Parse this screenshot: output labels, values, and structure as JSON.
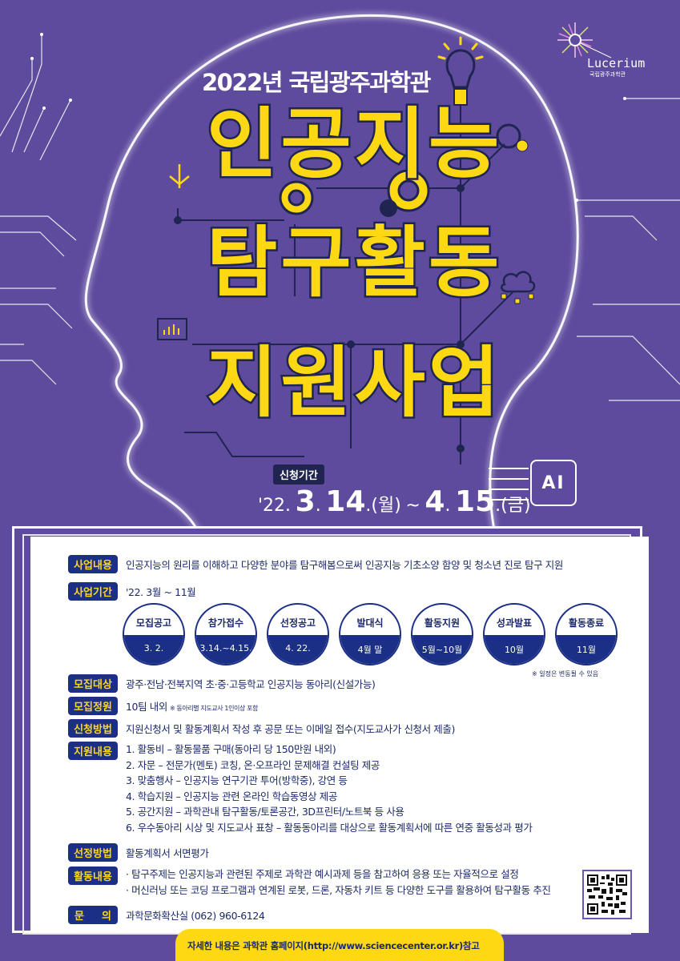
{
  "header": {
    "subtitle": "2022년 국립광주과학관",
    "title_lines": [
      "인공지능",
      "탐구활동",
      "지원사업"
    ],
    "logo": {
      "name": "Lucerium",
      "sub": "국립광주과학관"
    }
  },
  "application_period": {
    "badge": "신청기간",
    "year": "'22.",
    "start_month": "3",
    "start_day": "14",
    "start_dow": ".(월)",
    "tilde": "~",
    "end_month": "4",
    "end_day": "15",
    "end_dow": ".(금)"
  },
  "ai_chip_label": "AI",
  "details": {
    "business_content": {
      "label": "사업내용",
      "value": "인공지능의 원리를 이해하고 다양한 분야를 탐구해봄으로써 인공지능 기초소양 함양 및 청소년 진로 탐구 지원"
    },
    "business_period": {
      "label": "사업기간",
      "value": "'22. 3월 ~ 11월"
    },
    "timeline": [
      {
        "title": "모집공고",
        "date": "3. 2."
      },
      {
        "title": "참가접수",
        "date": "3.14.~4.15."
      },
      {
        "title": "선정공고",
        "date": "4. 22."
      },
      {
        "title": "발대식",
        "date": "4월 말"
      },
      {
        "title": "활동지원",
        "date": "5월~10월"
      },
      {
        "title": "성과발표",
        "date": "10월"
      },
      {
        "title": "활동종료",
        "date": "11월"
      }
    ],
    "timeline_note": "※ 일정은 변동될 수 있음",
    "target": {
      "label": "모집대상",
      "value": "광주·전남·전북지역 초·중·고등학교 인공지능 동아리(신설가능)"
    },
    "quota": {
      "label": "모집정원",
      "value": "10팀 내외",
      "note": "※ 동아리별 지도교사 1인이상 포함"
    },
    "apply_method": {
      "label": "신청방법",
      "value": "지원신청서 및 활동계획서 작성 후 공문 또는 이메일 접수(지도교사가 신청서 제출)"
    },
    "support": {
      "label": "지원내용",
      "items": [
        "1. 활동비 – 활동물품 구매(동아리 당 150만원 내외)",
        "2. 자문 – 전문가(멘토) 코칭, 온·오프라인 문제해결 컨설팅 제공",
        "3. 맞춤행사 – 인공지능 연구기관 투어(방학중), 강연 등",
        "4. 학습지원 – 인공지능 관련 온라인 학습동영상 제공",
        "5. 공간지원 – 과학관내 탐구활동/토론공간, 3D프린터/노트북 등 사용",
        "6. 우수동아리 시상 및 지도교사 표창 – 활동동아리를 대상으로 활동계획서에 따른 연중 활동성과 평가"
      ]
    },
    "selection": {
      "label": "선정방법",
      "value": "활동계획서 서면평가"
    },
    "activity": {
      "label": "활동내용",
      "items": [
        "· 탐구주제는 인공지능과 관련된 주제로 과학관 예시과제 등을 참고하여 응용 또는 자율적으로 설정",
        "· 머신러닝 또는 코딩 프로그램과 연계된 로봇, 드론, 자동차 키트 등 다양한 도구를 활용하여 탐구활동 추진"
      ]
    },
    "inquiry": {
      "label_left": "문",
      "label_right": "의",
      "value": "과학문화확산실 (062) 960-6124"
    }
  },
  "footer": {
    "text": "자세한 내용은 과학관 홈페이지(http://www.sciencecenter.or.kr)참고"
  },
  "colors": {
    "background": "#5f4b9e",
    "yellow": "#ffd814",
    "navy": "#1a2f85",
    "outline": "#1f2550"
  }
}
